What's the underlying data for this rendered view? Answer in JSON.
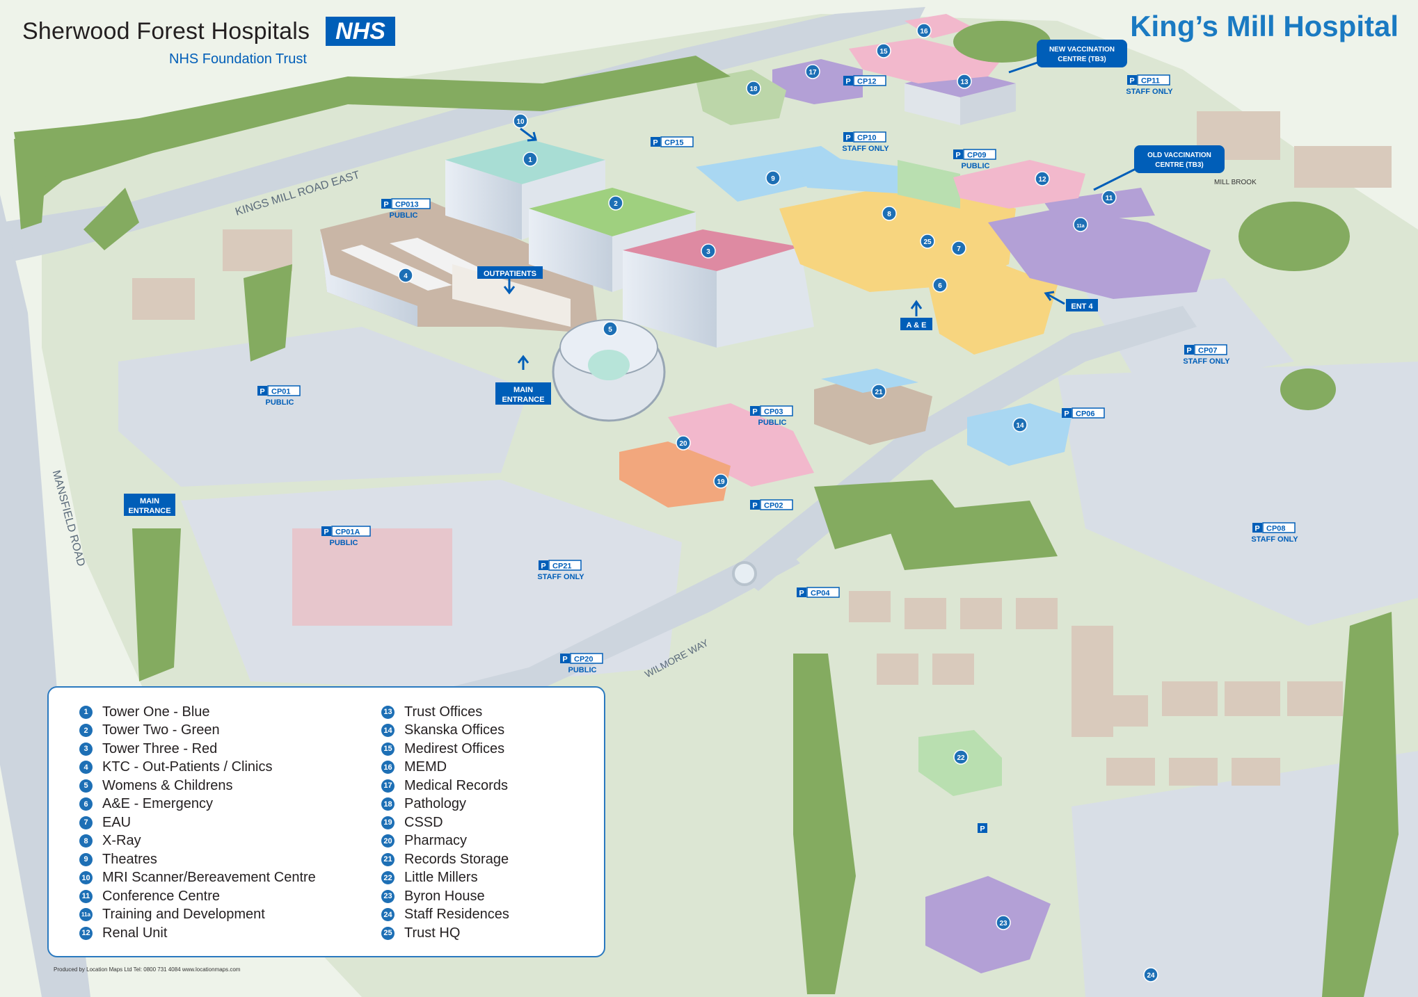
{
  "header": {
    "org_name": "Sherwood Forest Hospitals",
    "nhs_logo": "NHS",
    "org_subtitle": "NHS Foundation Trust",
    "hospital_title": "King’s Mill Hospital"
  },
  "colors": {
    "accent_blue": "#005eb8",
    "title_blue": "#1a7ac2",
    "marker_blue": "#1d6fb5",
    "grass": "#dfe9d6",
    "road": "#d3dbe2",
    "tree": "#7fa45c"
  },
  "roads": {
    "kings_mill_road_east": "KINGS MILL ROAD EAST",
    "mansfield_road": "MANSFIELD ROAD",
    "wilmore_way": "WILMORE WAY",
    "mill_brook": "MILL BROOK"
  },
  "parking": [
    {
      "code": "CP15",
      "sub": ""
    },
    {
      "code": "CP12",
      "sub": ""
    },
    {
      "code": "CP11",
      "sub": "STAFF ONLY"
    },
    {
      "code": "CP10",
      "sub": "STAFF ONLY"
    },
    {
      "code": "CP09",
      "sub": "PUBLIC"
    },
    {
      "code": "CP013",
      "sub": "PUBLIC"
    },
    {
      "code": "CP07",
      "sub": "STAFF ONLY"
    },
    {
      "code": "CP01",
      "sub": "PUBLIC"
    },
    {
      "code": "CP03",
      "sub": "PUBLIC"
    },
    {
      "code": "CP06",
      "sub": ""
    },
    {
      "code": "CP02",
      "sub": ""
    },
    {
      "code": "CP01A",
      "sub": "PUBLIC"
    },
    {
      "code": "CP21",
      "sub": "STAFF ONLY"
    },
    {
      "code": "CP08",
      "sub": "STAFF ONLY"
    },
    {
      "code": "CP04",
      "sub": ""
    },
    {
      "code": "CP20",
      "sub": "PUBLIC"
    },
    {
      "code": "",
      "sub": ""
    }
  ],
  "parking_icon": "P",
  "callouts": {
    "new_vaccination": "NEW VACCINATION CENTRE (TB3)",
    "old_vaccination": "OLD VACCINATION CENTRE (TB3)"
  },
  "signs": {
    "outpatients": "OUTPATIENTS",
    "main_entrance_1a": "MAIN",
    "main_entrance_1b": "ENTRANCE",
    "main_entrance_2a": "MAIN",
    "main_entrance_2b": "ENTRANCE",
    "ae": "A & E",
    "ent4": "ENT 4"
  },
  "buildings": [
    "1",
    "2",
    "3",
    "4",
    "5",
    "6",
    "7",
    "8",
    "9",
    "10",
    "11",
    "11a",
    "12",
    "13",
    "14",
    "15",
    "16",
    "17",
    "18",
    "19",
    "20",
    "21",
    "22",
    "23",
    "24",
    "25"
  ],
  "legend": {
    "col1": [
      {
        "num": "1",
        "label": "Tower One - Blue"
      },
      {
        "num": "2",
        "label": "Tower Two - Green"
      },
      {
        "num": "3",
        "label": "Tower Three - Red"
      },
      {
        "num": "4",
        "label": "KTC - Out-Patients / Clinics"
      },
      {
        "num": "5",
        "label": "Womens & Childrens"
      },
      {
        "num": "6",
        "label": "A&E - Emergency"
      },
      {
        "num": "7",
        "label": "EAU"
      },
      {
        "num": "8",
        "label": "X-Ray"
      },
      {
        "num": "9",
        "label": "Theatres"
      },
      {
        "num": "10",
        "label": "MRI Scanner/Bereavement Centre"
      },
      {
        "num": "11",
        "label": "Conference Centre"
      },
      {
        "num": "11a",
        "label": "Training and Development"
      },
      {
        "num": "12",
        "label": "Renal Unit"
      }
    ],
    "col2": [
      {
        "num": "13",
        "label": "Trust Offices"
      },
      {
        "num": "14",
        "label": "Skanska Offices"
      },
      {
        "num": "15",
        "label": "Medirest Offices"
      },
      {
        "num": "16",
        "label": "MEMD"
      },
      {
        "num": "17",
        "label": "Medical Records"
      },
      {
        "num": "18",
        "label": "Pathology"
      },
      {
        "num": "19",
        "label": "CSSD"
      },
      {
        "num": "20",
        "label": "Pharmacy"
      },
      {
        "num": "21",
        "label": "Records Storage"
      },
      {
        "num": "22",
        "label": "Little Millers"
      },
      {
        "num": "23",
        "label": "Byron House"
      },
      {
        "num": "24",
        "label": "Staff Residences"
      },
      {
        "num": "25",
        "label": "Trust HQ"
      }
    ]
  },
  "credit": "Produced by Location Maps Ltd  Tel: 0800 731 4084  www.locationmaps.com"
}
